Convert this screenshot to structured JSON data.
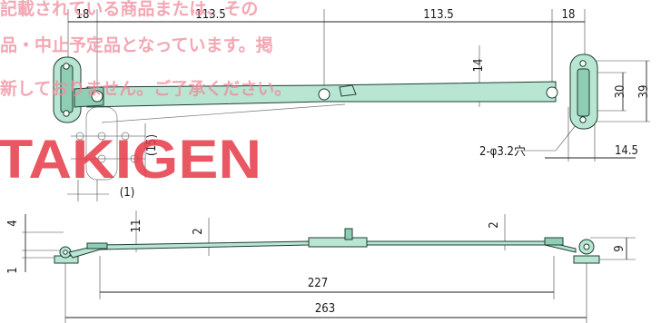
{
  "watermark": {
    "line1": "記載されている商品または、その",
    "line2": "品・中止予定品となっています。掲",
    "line3": "新しておりません。ご了承ください。",
    "brand": "TAKIGEN"
  },
  "top_view": {
    "dims": {
      "left_end": "18",
      "left_span": "113.5",
      "right_span": "113.5",
      "right_end": "18",
      "arm_width": "14",
      "bracket_inner": "30",
      "bracket_outer": "39",
      "bracket_depth": "14.5",
      "holes": "2-φ3.2穴",
      "folded_offset": "(15)",
      "folded_gap": "(1)"
    }
  },
  "side_view": {
    "dims": {
      "height_left": "4",
      "thickness_left": "1",
      "offset_11": "11",
      "plate_2_left": "2",
      "plate_2_right": "2",
      "height_right": "9",
      "inner_length": "227",
      "overall_length": "263"
    }
  },
  "colors": {
    "part_fill": "#b9e5d3",
    "part_stroke": "#1d3f33",
    "watermark": "#f08a9a",
    "brand": "#e63a48"
  }
}
